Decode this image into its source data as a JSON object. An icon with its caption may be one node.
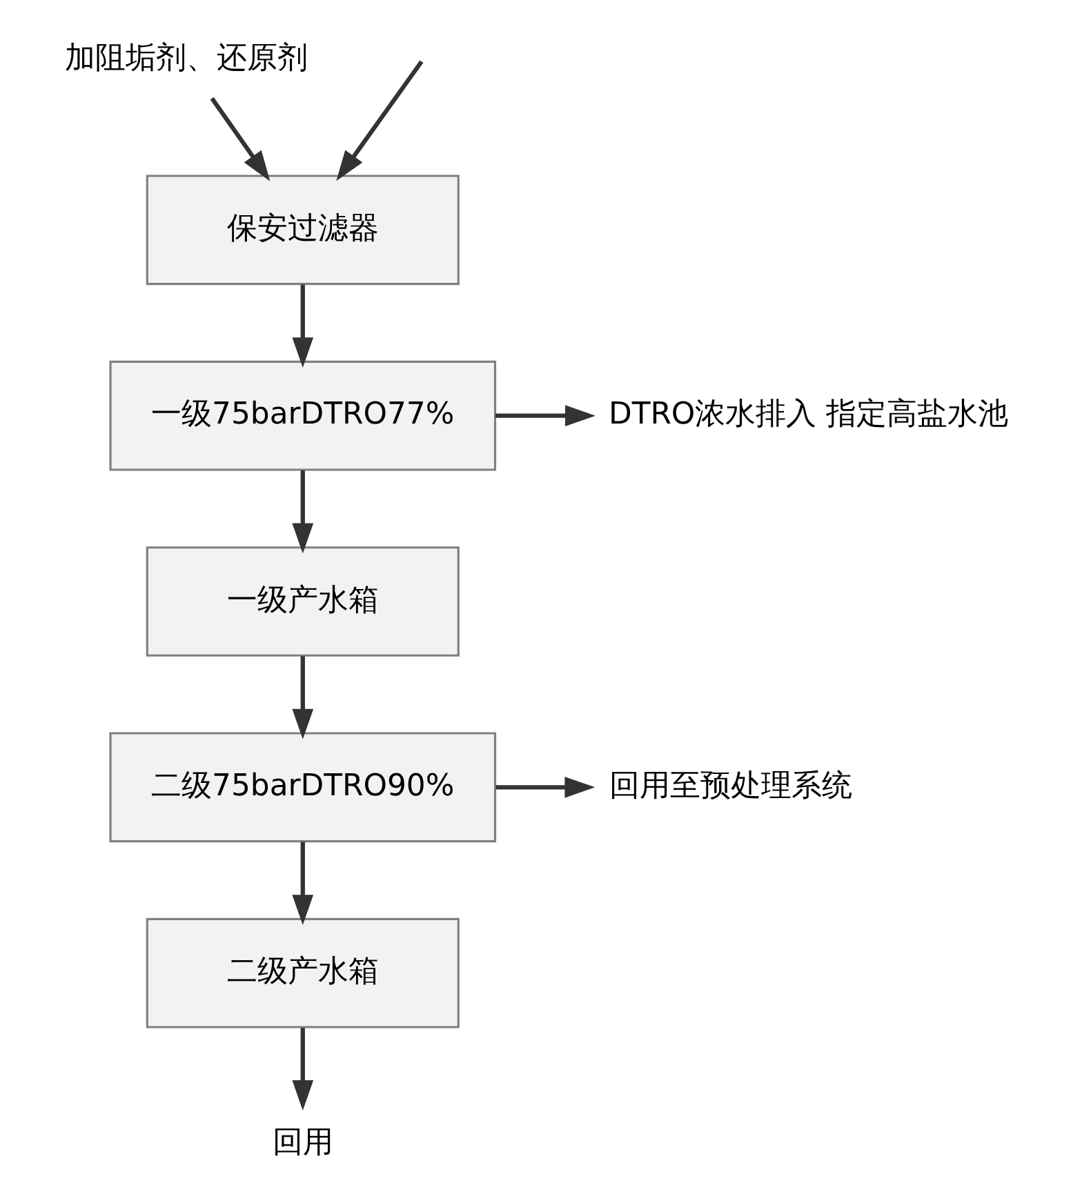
{
  "diagram": {
    "nodes": [
      {
        "text": [
          "加阻垢剂、还原剂"
        ]
      },
      {
        "text": [
          "保安过滤器"
        ]
      },
      {
        "text": [
          "一级75barDTRO77%"
        ]
      },
      {
        "text": [
          "DTRO浓水排入 指定高盐水池"
        ]
      },
      {
        "text": [
          "一级产水箱"
        ]
      },
      {
        "text": [
          "二级75barDTRO90%"
        ]
      },
      {
        "text": [
          "回用至预处理系统"
        ]
      },
      {
        "text": [
          "二级产水箱"
        ]
      },
      {
        "text": [
          "回用"
        ]
      }
    ],
    "edges": [
      {
        "from": null,
        "to": 1,
        "arrow": "to"
      },
      {
        "from": 0,
        "to": 1,
        "arrow": "to"
      },
      {
        "from": 1,
        "to": 2,
        "arrow": "to"
      },
      {
        "from": 2,
        "to": 3,
        "arrow": "to"
      },
      {
        "from": 2,
        "to": 4,
        "arrow": "to"
      },
      {
        "from": 4,
        "to": 5,
        "arrow": "to"
      },
      {
        "from": 5,
        "to": 6,
        "arrow": "to"
      },
      {
        "from": 5,
        "to": 7,
        "arrow": "to"
      },
      {
        "from": 7,
        "to": 8,
        "arrow": "to"
      }
    ]
  }
}
